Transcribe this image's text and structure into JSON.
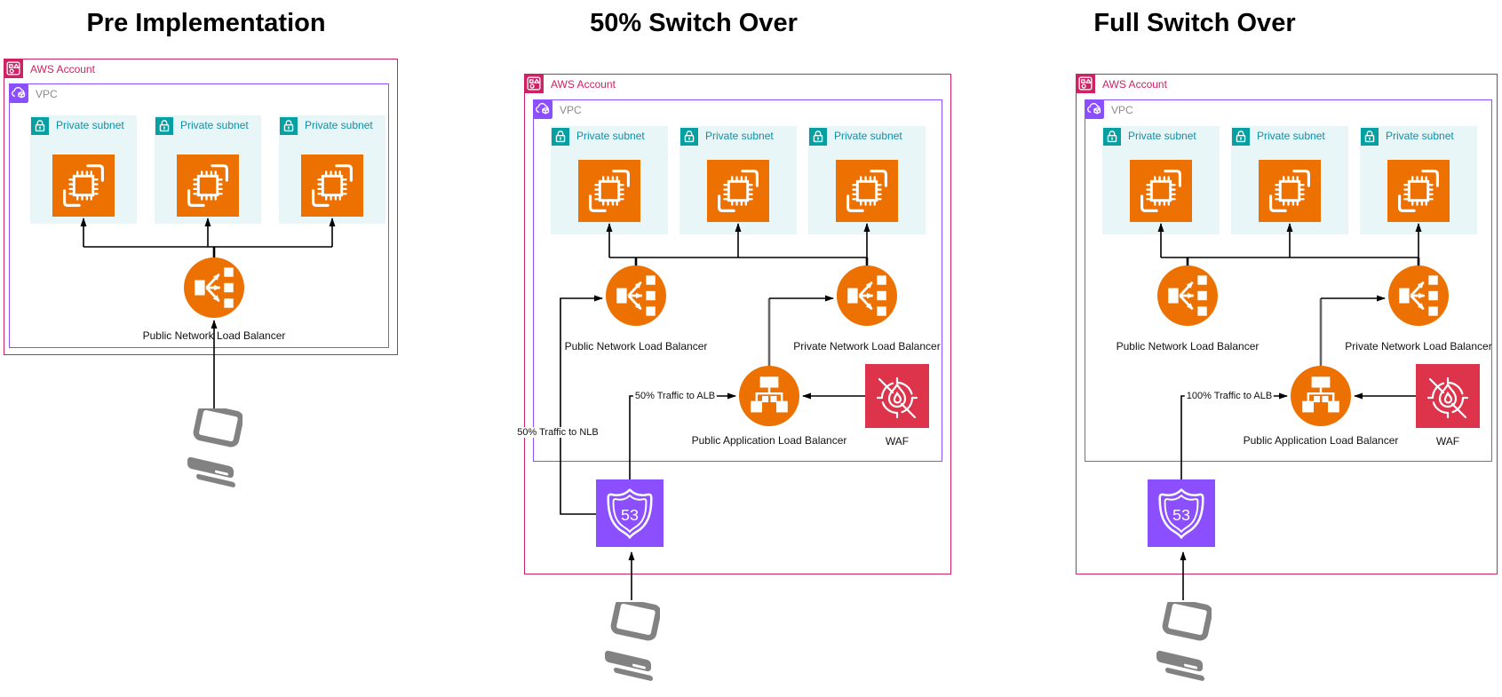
{
  "page": {
    "background": "#ffffff"
  },
  "columns": [
    {
      "title": "Pre Implementation",
      "account_label": "AWS Account",
      "vpc_label": "VPC",
      "subnet_label": "Private subnet",
      "public_nlb_label": "Public Network Load Balancer"
    },
    {
      "title": "50% Switch Over",
      "account_label": "AWS Account",
      "vpc_label": "VPC",
      "subnet_label": "Private subnet",
      "public_nlb_label": "Public Network Load Balancer",
      "private_nlb_label": "Private Network Load Balancer",
      "alb_label": "Public Application Load Balancer",
      "waf_label": "WAF",
      "route53_text": "53",
      "edge_label_nlb": "50% Traffic to NLB",
      "edge_label_alb": "50% Traffic to ALB"
    },
    {
      "title": "Full Switch Over",
      "account_label": "AWS Account",
      "vpc_label": "VPC",
      "subnet_label": "Private subnet",
      "public_nlb_label": "Public Network Load Balancer",
      "private_nlb_label": "Private Network Load Balancer",
      "alb_label": "Public Application Load Balancer",
      "waf_label": "WAF",
      "route53_text": "53",
      "edge_label_alb": "100% Traffic to ALB"
    }
  ],
  "icons": {
    "aws_account": "organizations-account-icon",
    "vpc": "vpc-cloud-icon",
    "private_subnet": "lock-icon",
    "ec2": "ec2-instances-chip-icon",
    "network_load_balancer": "elastic-load-balancer-icon",
    "application_load_balancer": "application-load-balancer-icon",
    "route53": "route53-highway-shield-icon",
    "waf": "waf-flame-target-icon",
    "client": "laptop-client-icon"
  },
  "colors": {
    "account-pink": "#CD2264",
    "vpc-purple": "#8C4FFF",
    "subnet-teal": "#07A0A2",
    "subnet-fill": "#E9F6F7",
    "subnet-text": "#0D8FA9",
    "compute-orange": "#ED7100",
    "waf-red": "#DD344C",
    "route53-purple": "#8C4FFF",
    "vpc-label-gray": "#8C8C8C",
    "edge-black": "#000000",
    "edge-gray": "#666666",
    "device-gray": "#828282",
    "caption-black": "#111111"
  }
}
